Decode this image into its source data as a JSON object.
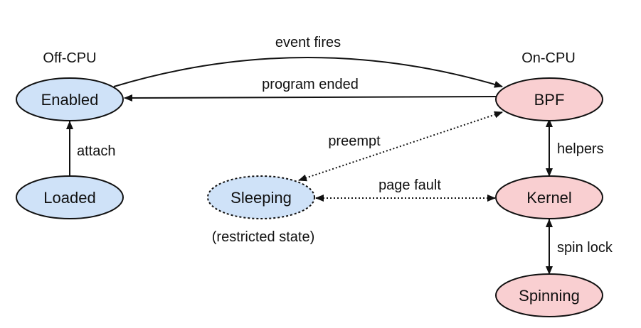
{
  "colors": {
    "offcpu_fill": "#cfe2f8",
    "oncpu_fill": "#f9cfd1",
    "stroke": "#111111",
    "background": "#ffffff"
  },
  "groups": {
    "off_cpu": "Off-CPU",
    "on_cpu": "On-CPU"
  },
  "nodes": {
    "enabled": "Enabled",
    "loaded": "Loaded",
    "sleeping": "Sleeping",
    "bpf": "BPF",
    "kernel": "Kernel",
    "spinning": "Spinning"
  },
  "notes": {
    "sleeping_note": "(restricted state)"
  },
  "edges": {
    "event_fires": "event fires",
    "program_ended": "program ended",
    "attach": "attach",
    "preempt": "preempt",
    "page_fault": "page fault",
    "helpers": "helpers",
    "spin_lock": "spin lock"
  }
}
